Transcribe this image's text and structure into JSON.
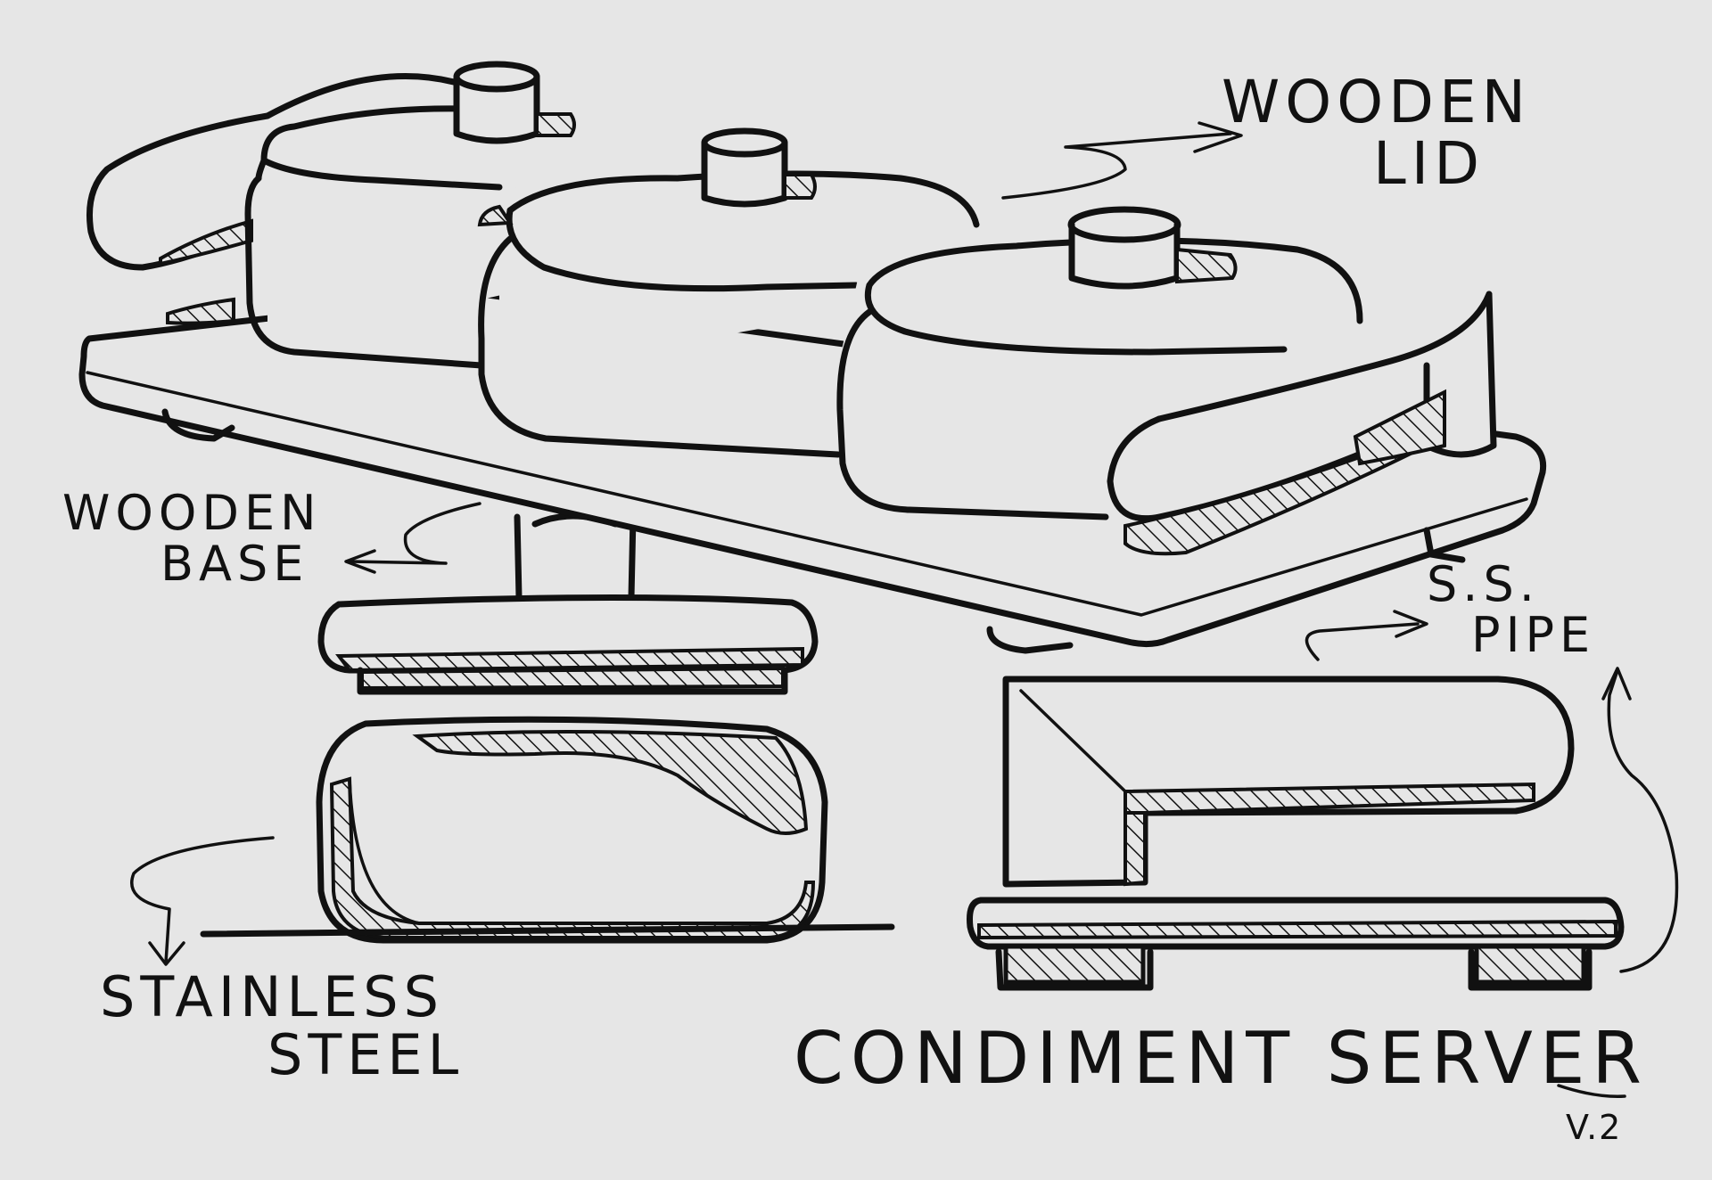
{
  "title": "CONDIMENT SERVER",
  "version": "V.2",
  "labels": {
    "wooden_lid": [
      "WOODEN",
      "LID"
    ],
    "wooden_base": [
      "WOODEN",
      "BASE"
    ],
    "ss_pipe": [
      "S.S.",
      "PIPE"
    ],
    "stainless_steel": [
      "STAINLESS",
      "STEEL"
    ]
  },
  "colors": {
    "paper": "#e6e6e6",
    "ink": "#111111"
  }
}
